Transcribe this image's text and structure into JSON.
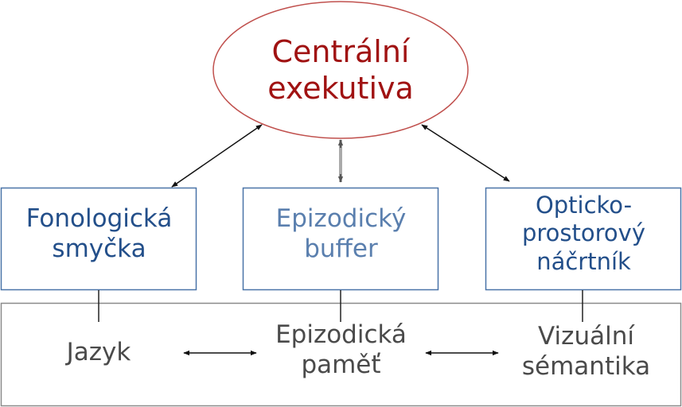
{
  "central": {
    "line1": "Centrální",
    "line2": "exekutiva",
    "color": "#a01212"
  },
  "boxes": {
    "phono": {
      "line1": "Fonologická",
      "line2": "smyčka",
      "color": "#234f8a"
    },
    "episodic": {
      "line1": "Epizodický",
      "line2": "buffer",
      "color": "#5a7fae"
    },
    "visuo": {
      "line1": "Opticko-",
      "line2": "prostorový",
      "line3": "náčrtník",
      "color": "#234f8a"
    }
  },
  "ltm": {
    "language": "Jazyk",
    "episodic_line1": "Epizodická",
    "episodic_line2": "paměť",
    "visual_line1": "Vizuální",
    "visual_line2": "sémantika",
    "color": "#4a4a4a"
  },
  "colors": {
    "box_border": "#4a74a8",
    "ellipse_border": "#c0504d",
    "ltm_border": "#8a8a8a"
  }
}
